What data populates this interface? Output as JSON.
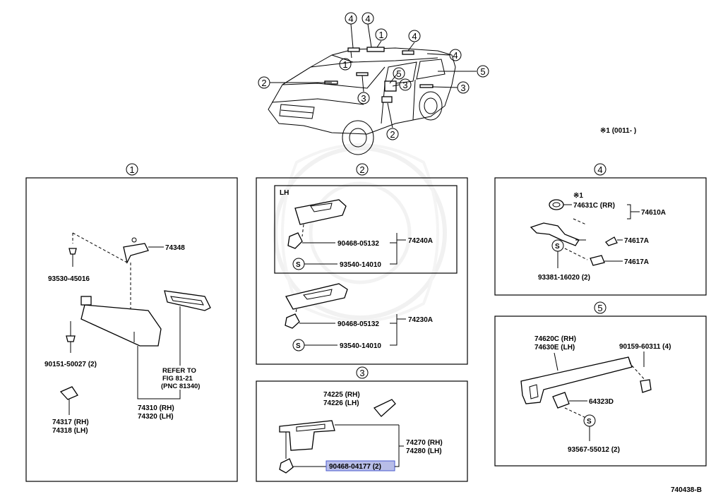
{
  "diagram_code": "740438-B",
  "note_label": "※1  (0011-      )",
  "section_numbers": [
    "1",
    "2",
    "3",
    "4",
    "5"
  ],
  "car_callouts": [
    "4",
    "4",
    "1",
    "4",
    "1",
    "4",
    "2",
    "5",
    "5",
    "3",
    "3",
    "2",
    "3"
  ],
  "section1": {
    "p74348": "74348",
    "p93530": "93530-45016",
    "p90151": "90151-50027 (2)",
    "refer": [
      "REFER TO",
      "FIG 81-21",
      "(PNC 81340)"
    ],
    "p74310": "74310 (RH)",
    "p74320": "74320 (LH)",
    "p74317": "74317 (RH)",
    "p74318": "74318 (LH)"
  },
  "section2": {
    "lh": "LH",
    "p90468a": "90468-05132",
    "p93540a": "93540-14010",
    "p74240": "74240A",
    "p90468b": "90468-05132",
    "p93540b": "93540-14010",
    "p74230": "74230A",
    "s": "S"
  },
  "section3": {
    "p74225": "74225 (RH)",
    "p74226": "74226 (LH)",
    "p74270": "74270 (RH)",
    "p74280": "74280 (LH)",
    "p90468": "90468-04177 (2)"
  },
  "section4": {
    "note": "※1",
    "p74631": "74631C (RR)",
    "p74610": "74610A",
    "p74617a": "74617A",
    "p74617b": "74617A",
    "p93381": "93381-16020 (2)",
    "s": "S"
  },
  "section5": {
    "p74620": "74620C (RH)",
    "p74630": "74630E (LH)",
    "p90159": "90159-60311 (4)",
    "p64323": "64323D",
    "p93567": "93567-55012 (2)",
    "s": "S"
  },
  "colors": {
    "line": "#000000",
    "highlight": "#b8bde8",
    "highlight_border": "#4a5bd0",
    "watermark": "#efefef"
  }
}
